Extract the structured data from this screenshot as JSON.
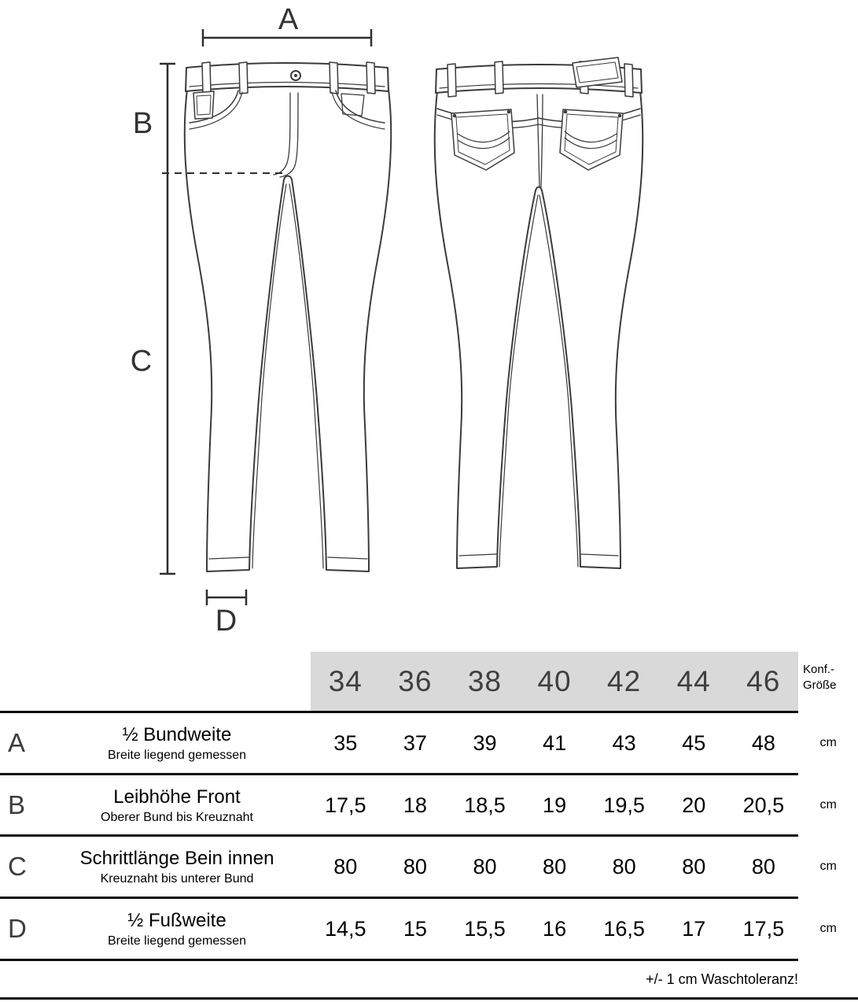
{
  "drawing": {
    "labels": {
      "a": "A",
      "b": "B",
      "c": "C",
      "d": "D"
    }
  },
  "chart_data": {
    "type": "table",
    "columns": [
      "34",
      "36",
      "38",
      "40",
      "42",
      "44",
      "46"
    ],
    "column_unit_note": [
      "Konf.-",
      "Größe"
    ],
    "rows": [
      {
        "letter": "A",
        "label": "½ Bundweite",
        "sublabel": "Breite liegend gemessen",
        "values": [
          "35",
          "37",
          "39",
          "41",
          "43",
          "45",
          "48"
        ],
        "unit": "cm"
      },
      {
        "letter": "B",
        "label": "Leibhöhe Front",
        "sublabel": "Oberer Bund bis Kreuznaht",
        "values": [
          "17,5",
          "18",
          "18,5",
          "19",
          "19,5",
          "20",
          "20,5"
        ],
        "unit": "cm"
      },
      {
        "letter": "C",
        "label": "Schrittlänge Bein innen",
        "sublabel": "Kreuznaht bis unterer Bund",
        "values": [
          "80",
          "80",
          "80",
          "80",
          "80",
          "80",
          "80"
        ],
        "unit": "cm"
      },
      {
        "letter": "D",
        "label": "½ Fußweite",
        "sublabel": "Breite liegend gemessen",
        "values": [
          "14,5",
          "15",
          "15,5",
          "16",
          "16,5",
          "17",
          "17,5"
        ],
        "unit": "cm"
      }
    ],
    "footer_note": "+/- 1 cm Waschtoleranz!"
  }
}
